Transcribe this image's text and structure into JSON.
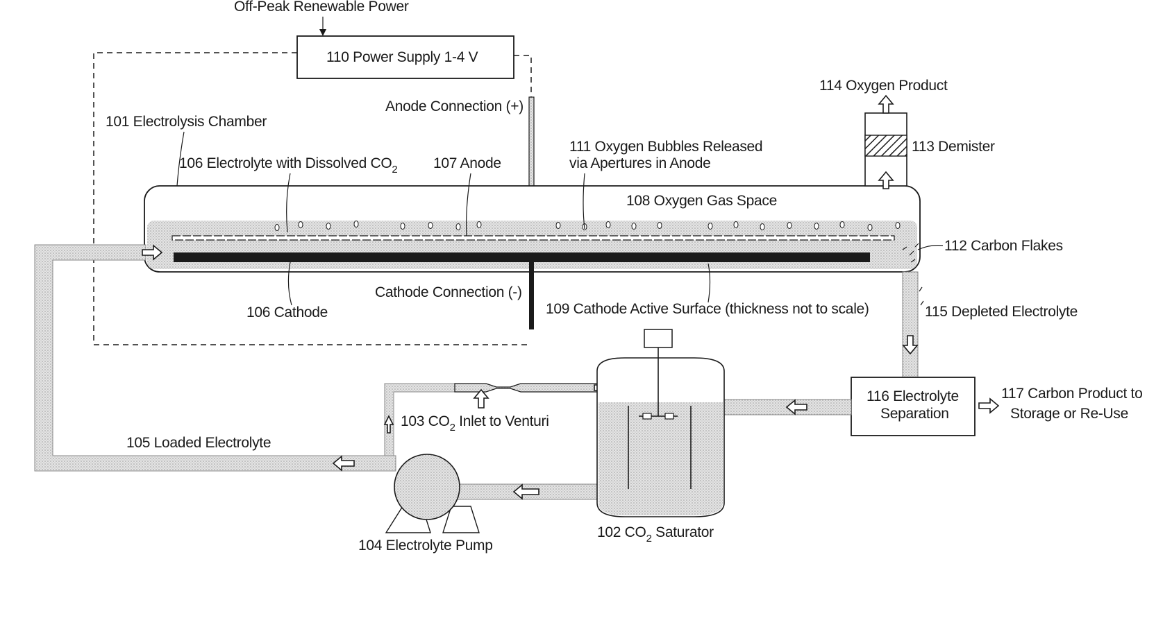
{
  "labels": {
    "renewable_power": "Off-Peak Renewable Power",
    "power_supply": "110 Power Supply 1-4 V",
    "anode_connection": "Anode Connection (+)",
    "electrolysis_chamber": "101 Electrolysis Chamber",
    "electrolyte_dissolved": "106 Electrolyte with Dissolved CO",
    "electrolyte_dissolved_sub": "2",
    "anode": "107 Anode",
    "oxygen_bubbles_1": "111 Oxygen Bubbles Released",
    "oxygen_bubbles_2": "via Apertures in Anode",
    "oxygen_product": "114 Oxygen Product",
    "demister": "113 Demister",
    "oxygen_gas_space": "108 Oxygen Gas Space",
    "carbon_flakes": "112 Carbon Flakes",
    "cathode_connection": "Cathode Connection (-)",
    "cathode": "106 Cathode",
    "cathode_active_surface": "109 Cathode Active Surface (thickness not to scale)",
    "depleted_electrolyte": "115 Depleted Electrolyte",
    "electrolyte_separation_1": "116 Electrolyte",
    "electrolyte_separation_2": "Separation",
    "carbon_product_1": "117 Carbon Product to",
    "carbon_product_2": "Storage or Re-Use",
    "co2_inlet_pre": "103 CO",
    "co2_inlet_sub": "2",
    "co2_inlet_post": " Inlet to Venturi",
    "loaded_electrolyte": "105 Loaded Electrolyte",
    "electrolyte_pump": "104 Electrolyte Pump",
    "saturator_pre": "102 CO",
    "saturator_sub": "2",
    "saturator_post": " Saturator"
  }
}
